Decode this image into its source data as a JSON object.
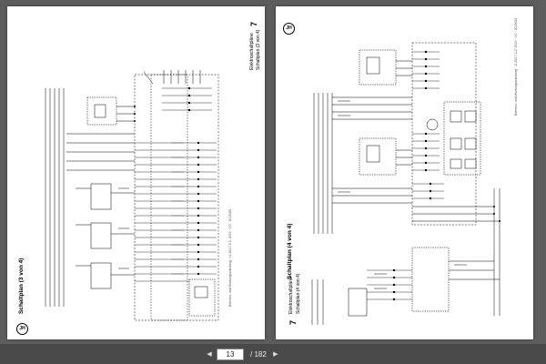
{
  "viewer": {
    "current_page": "13",
    "total_pages": "/ 182",
    "prev_icon": "triangle-left",
    "next_icon": "triangle-right"
  },
  "left_page": {
    "chapter_number": "7",
    "chapter_title": "Elektroschaltpläne",
    "chapter_subtitle": "Schaltplan (3 von 4)",
    "diagram_title": "Schaltplan (3 von 4)",
    "logo_text": "JH",
    "footer_text": "Betriebs- und Wartungsanleitung · 11-8217-0-2, 2019 · 0.0 · 2013082"
  },
  "right_page": {
    "chapter_number": "7",
    "chapter_title": "Elektroschaltpläne",
    "chapter_subtitle": "Schaltplan (4 von 4)",
    "diagram_title": "Schaltplan (4 von 4)",
    "logo_text": "JH",
    "footer_text": "Betriebs- und Wartungsanleitung · 11-8217-0-2, 2019 · 0.0 · 2013082"
  },
  "colors": {
    "background": "#5d5d5d",
    "page": "#ffffff",
    "toolbar": "#4a4a4a",
    "ink": "#000000"
  }
}
